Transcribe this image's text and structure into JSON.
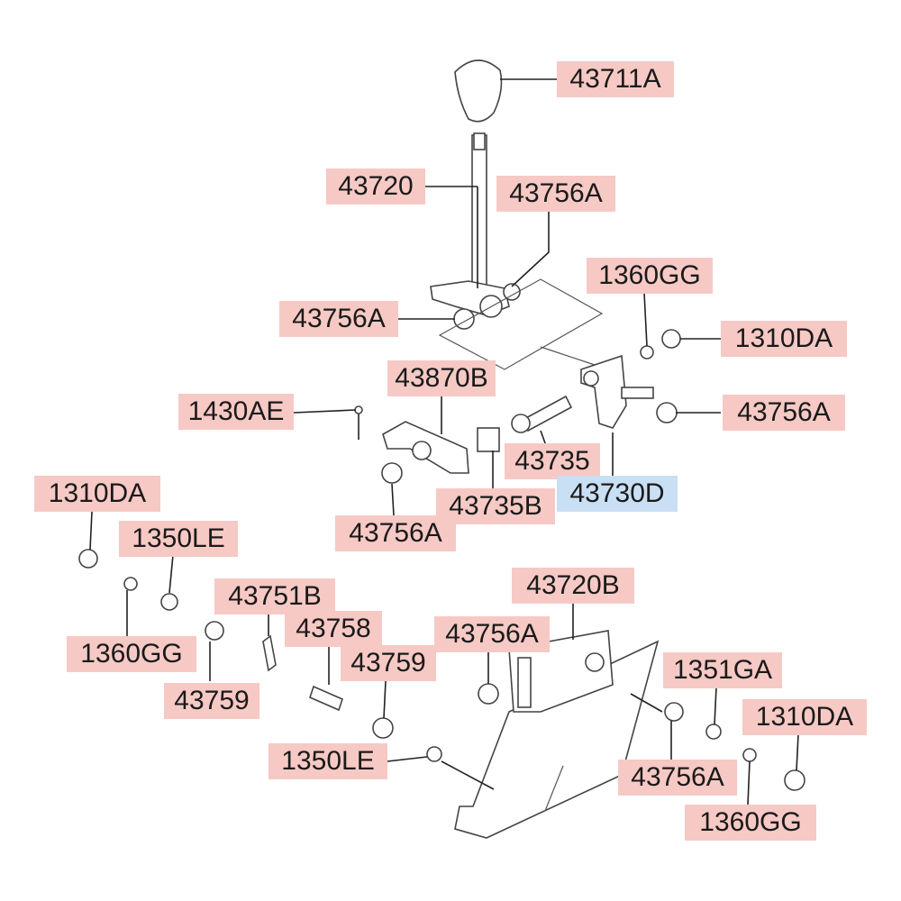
{
  "labels": {
    "l01": "43711A",
    "l02": "43720",
    "l03": "43756A",
    "l04": "1360GG",
    "l05": "43756A",
    "l06": "1310DA",
    "l07": "43870B",
    "l08": "1430AE",
    "l09": "43756A",
    "l10": "43735",
    "l11": "43730D",
    "l12": "43735B",
    "l13": "43756A",
    "l14": "1310DA",
    "l15": "1350LE",
    "l16": "43751B",
    "l17": "43720B",
    "l18": "43758",
    "l19": "43756A",
    "l20": "43759",
    "l21": "1360GG",
    "l22": "43759",
    "l23": "1351GA",
    "l24": "1310DA",
    "l25": "1350LE",
    "l26": "43756A",
    "l27": "1360GG"
  },
  "colors": {
    "label_bg": "#f6c9c5",
    "highlight_bg": "#c9dff3",
    "line": "#222222"
  }
}
